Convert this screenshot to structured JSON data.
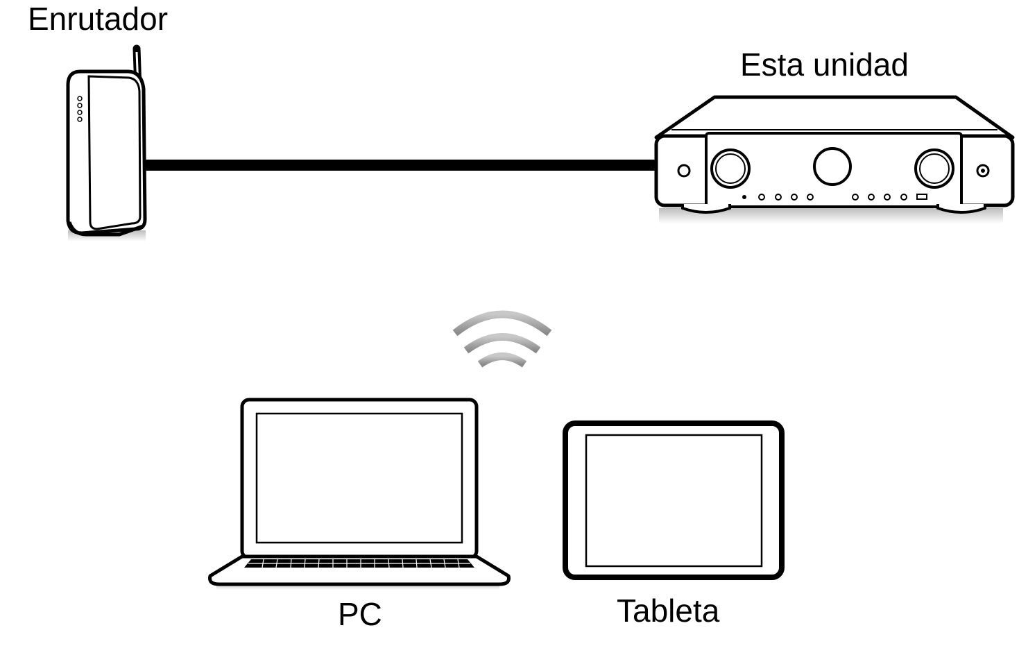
{
  "labels": {
    "router": "Enrutador",
    "unit": "Esta unidad",
    "pc": "PC",
    "tablet": "Tableta"
  },
  "icons": {
    "router": "router-icon",
    "unit": "amplifier-icon",
    "wifi": "wifi-signal-icon",
    "pc": "laptop-icon",
    "tablet": "tablet-icon"
  },
  "colors": {
    "stroke": "#000000",
    "background": "#ffffff",
    "shadow": "#cfcfcf",
    "wifi_light": "#c8c8c8",
    "wifi_dark": "#8a8a8a"
  }
}
